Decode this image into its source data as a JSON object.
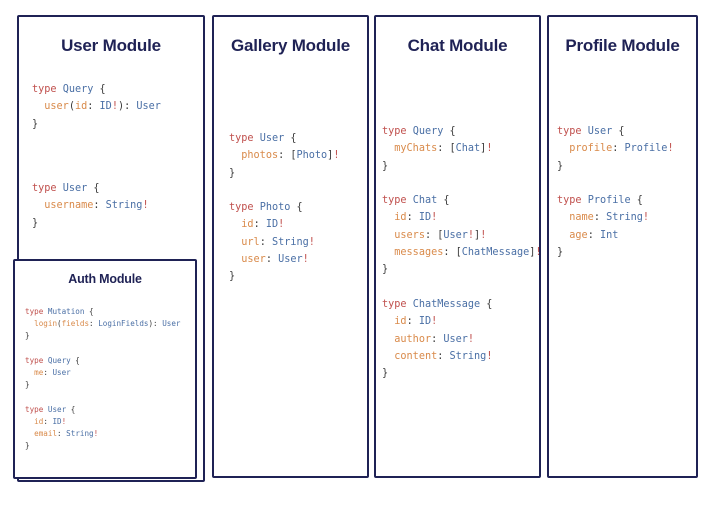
{
  "page": {
    "background": "#ffffff",
    "border_color": "#1f2255",
    "accent_keyword": "#c0504d",
    "accent_type": "#4a6fa5",
    "accent_field": "#d98a4a",
    "title_color": "#1f2255"
  },
  "modules": {
    "user": {
      "title": "User Module",
      "blocks": [
        [
          [
            [
              "k",
              "type"
            ],
            [
              "p",
              " "
            ],
            [
              "t",
              "Query"
            ],
            [
              "p",
              " {"
            ]
          ],
          [
            [
              "p",
              "  "
            ],
            [
              "f",
              "user"
            ],
            [
              "p",
              "("
            ],
            [
              "f",
              "id"
            ],
            [
              "p",
              ": "
            ],
            [
              "t",
              "ID"
            ],
            [
              "b",
              "!"
            ],
            [
              "p",
              "): "
            ],
            [
              "t",
              "User"
            ]
          ],
          [
            [
              "p",
              "}"
            ]
          ]
        ],
        [
          [
            [
              "k",
              "type"
            ],
            [
              "p",
              " "
            ],
            [
              "t",
              "User"
            ],
            [
              "p",
              " {"
            ]
          ],
          [
            [
              "p",
              "  "
            ],
            [
              "f",
              "username"
            ],
            [
              "p",
              ": "
            ],
            [
              "t",
              "String"
            ],
            [
              "b",
              "!"
            ]
          ],
          [
            [
              "p",
              "}"
            ]
          ]
        ]
      ]
    },
    "auth": {
      "title": "Auth Module",
      "blocks": [
        [
          [
            [
              "k",
              "type"
            ],
            [
              "p",
              " "
            ],
            [
              "t",
              "Mutation"
            ],
            [
              "p",
              " {"
            ]
          ],
          [
            [
              "p",
              "  "
            ],
            [
              "f",
              "login"
            ],
            [
              "p",
              "("
            ],
            [
              "f",
              "fields"
            ],
            [
              "p",
              ": "
            ],
            [
              "t",
              "LoginFields"
            ],
            [
              "p",
              "): "
            ],
            [
              "t",
              "User"
            ]
          ],
          [
            [
              "p",
              "}"
            ]
          ],
          [
            [
              "p",
              ""
            ]
          ],
          [
            [
              "k",
              "type"
            ],
            [
              "p",
              " "
            ],
            [
              "t",
              "Query"
            ],
            [
              "p",
              " {"
            ]
          ],
          [
            [
              "p",
              "  "
            ],
            [
              "f",
              "me"
            ],
            [
              "p",
              ": "
            ],
            [
              "t",
              "User"
            ]
          ],
          [
            [
              "p",
              "}"
            ]
          ],
          [
            [
              "p",
              ""
            ]
          ],
          [
            [
              "k",
              "type"
            ],
            [
              "p",
              " "
            ],
            [
              "t",
              "User"
            ],
            [
              "p",
              " {"
            ]
          ],
          [
            [
              "p",
              "  "
            ],
            [
              "f",
              "id"
            ],
            [
              "p",
              ": "
            ],
            [
              "t",
              "ID"
            ],
            [
              "b",
              "!"
            ]
          ],
          [
            [
              "p",
              "  "
            ],
            [
              "f",
              "email"
            ],
            [
              "p",
              ": "
            ],
            [
              "t",
              "String"
            ],
            [
              "b",
              "!"
            ]
          ],
          [
            [
              "p",
              "}"
            ]
          ]
        ]
      ]
    },
    "gallery": {
      "title": "Gallery Module",
      "blocks": [
        [
          [
            [
              "k",
              "type"
            ],
            [
              "p",
              " "
            ],
            [
              "t",
              "User"
            ],
            [
              "p",
              " {"
            ]
          ],
          [
            [
              "p",
              "  "
            ],
            [
              "f",
              "photos"
            ],
            [
              "p",
              ": ["
            ],
            [
              "t",
              "Photo"
            ],
            [
              "p",
              "]"
            ],
            [
              "b",
              "!"
            ]
          ],
          [
            [
              "p",
              "}"
            ]
          ],
          [
            [
              "p",
              ""
            ]
          ],
          [
            [
              "k",
              "type"
            ],
            [
              "p",
              " "
            ],
            [
              "t",
              "Photo"
            ],
            [
              "p",
              " {"
            ]
          ],
          [
            [
              "p",
              "  "
            ],
            [
              "f",
              "id"
            ],
            [
              "p",
              ": "
            ],
            [
              "t",
              "ID"
            ],
            [
              "b",
              "!"
            ]
          ],
          [
            [
              "p",
              "  "
            ],
            [
              "f",
              "url"
            ],
            [
              "p",
              ": "
            ],
            [
              "t",
              "String"
            ],
            [
              "b",
              "!"
            ]
          ],
          [
            [
              "p",
              "  "
            ],
            [
              "f",
              "user"
            ],
            [
              "p",
              ": "
            ],
            [
              "t",
              "User"
            ],
            [
              "b",
              "!"
            ]
          ],
          [
            [
              "p",
              "}"
            ]
          ]
        ]
      ]
    },
    "chat": {
      "title": "Chat Module",
      "blocks": [
        [
          [
            [
              "k",
              "type"
            ],
            [
              "p",
              " "
            ],
            [
              "t",
              "Query"
            ],
            [
              "p",
              " {"
            ]
          ],
          [
            [
              "p",
              "  "
            ],
            [
              "f",
              "myChats"
            ],
            [
              "p",
              ": ["
            ],
            [
              "t",
              "Chat"
            ],
            [
              "p",
              "]"
            ],
            [
              "b",
              "!"
            ]
          ],
          [
            [
              "p",
              "}"
            ]
          ],
          [
            [
              "p",
              ""
            ]
          ],
          [
            [
              "k",
              "type"
            ],
            [
              "p",
              " "
            ],
            [
              "t",
              "Chat"
            ],
            [
              "p",
              " {"
            ]
          ],
          [
            [
              "p",
              "  "
            ],
            [
              "f",
              "id"
            ],
            [
              "p",
              ": "
            ],
            [
              "t",
              "ID"
            ],
            [
              "b",
              "!"
            ]
          ],
          [
            [
              "p",
              "  "
            ],
            [
              "f",
              "users"
            ],
            [
              "p",
              ": ["
            ],
            [
              "t",
              "User"
            ],
            [
              "b",
              "!"
            ],
            [
              "p",
              "]"
            ],
            [
              "b",
              "!"
            ]
          ],
          [
            [
              "p",
              "  "
            ],
            [
              "f",
              "messages"
            ],
            [
              "p",
              ": ["
            ],
            [
              "t",
              "ChatMessage"
            ],
            [
              "p",
              "]"
            ],
            [
              "b",
              "!"
            ]
          ],
          [
            [
              "p",
              "}"
            ]
          ],
          [
            [
              "p",
              ""
            ]
          ],
          [
            [
              "k",
              "type"
            ],
            [
              "p",
              " "
            ],
            [
              "t",
              "ChatMessage"
            ],
            [
              "p",
              " {"
            ]
          ],
          [
            [
              "p",
              "  "
            ],
            [
              "f",
              "id"
            ],
            [
              "p",
              ": "
            ],
            [
              "t",
              "ID"
            ],
            [
              "b",
              "!"
            ]
          ],
          [
            [
              "p",
              "  "
            ],
            [
              "f",
              "author"
            ],
            [
              "p",
              ": "
            ],
            [
              "t",
              "User"
            ],
            [
              "b",
              "!"
            ]
          ],
          [
            [
              "p",
              "  "
            ],
            [
              "f",
              "content"
            ],
            [
              "p",
              ": "
            ],
            [
              "t",
              "String"
            ],
            [
              "b",
              "!"
            ]
          ],
          [
            [
              "p",
              "}"
            ]
          ]
        ]
      ]
    },
    "profile": {
      "title": "Profile Module",
      "blocks": [
        [
          [
            [
              "k",
              "type"
            ],
            [
              "p",
              " "
            ],
            [
              "t",
              "User"
            ],
            [
              "p",
              " {"
            ]
          ],
          [
            [
              "p",
              "  "
            ],
            [
              "f",
              "profile"
            ],
            [
              "p",
              ": "
            ],
            [
              "t",
              "Profile"
            ],
            [
              "b",
              "!"
            ]
          ],
          [
            [
              "p",
              "}"
            ]
          ],
          [
            [
              "p",
              ""
            ]
          ],
          [
            [
              "k",
              "type"
            ],
            [
              "p",
              " "
            ],
            [
              "t",
              "Profile"
            ],
            [
              "p",
              " {"
            ]
          ],
          [
            [
              "p",
              "  "
            ],
            [
              "f",
              "name"
            ],
            [
              "p",
              ": "
            ],
            [
              "t",
              "String"
            ],
            [
              "b",
              "!"
            ]
          ],
          [
            [
              "p",
              "  "
            ],
            [
              "f",
              "age"
            ],
            [
              "p",
              ": "
            ],
            [
              "t",
              "Int"
            ]
          ],
          [
            [
              "p",
              "}"
            ]
          ]
        ]
      ]
    }
  }
}
